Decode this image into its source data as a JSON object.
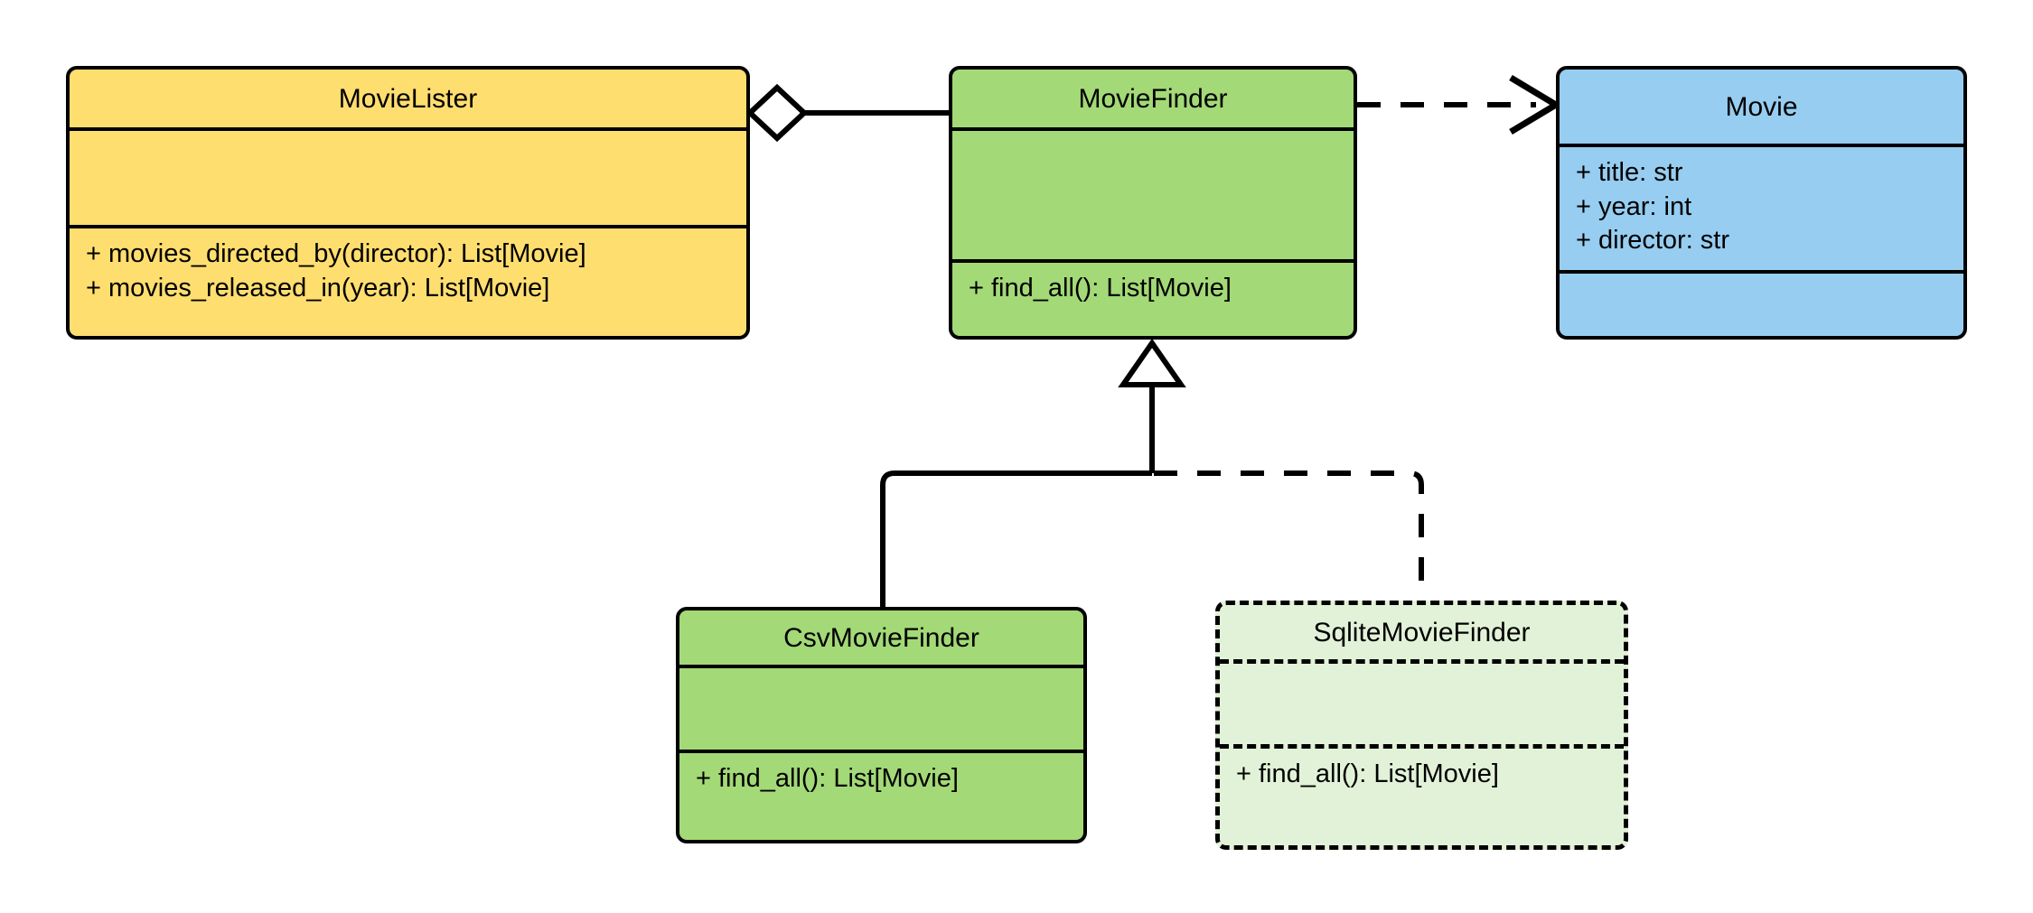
{
  "diagram": {
    "type": "uml-class-diagram",
    "title": "Movie finder dependency injection class diagram",
    "background_color": "#FFFFFF",
    "line_color": "#000000"
  },
  "palette": {
    "yellow": "#FFDE70",
    "green": "#A3D977",
    "blue": "#97CDF0",
    "light_green": "#E2F2D8",
    "stroke": "#000000"
  },
  "classes": [
    {
      "id": "MovieLister",
      "name": "MovieLister",
      "fill": "#FFDE70",
      "border_style": "solid",
      "attributes": [],
      "methods": [
        "+ movies_directed_by(director): List[Movie]",
        "+ movies_released_in(year): List[Movie]"
      ]
    },
    {
      "id": "MovieFinder",
      "name": "MovieFinder",
      "fill": "#A3D977",
      "border_style": "solid",
      "attributes": [],
      "methods": [
        "+ find_all(): List[Movie]"
      ]
    },
    {
      "id": "Movie",
      "name": "Movie",
      "fill": "#97CDF0",
      "border_style": "solid",
      "attributes": [
        "+ title: str",
        "+ year: int",
        "+ director: str"
      ],
      "methods": []
    },
    {
      "id": "CsvMovieFinder",
      "name": "CsvMovieFinder",
      "fill": "#A3D977",
      "border_style": "solid",
      "attributes": [],
      "methods": [
        "+ find_all(): List[Movie]"
      ]
    },
    {
      "id": "SqliteMovieFinder",
      "name": "SqliteMovieFinder",
      "fill": "#E2F2D8",
      "border_style": "dashed",
      "attributes": [],
      "methods": [
        "+ find_all(): List[Movie]"
      ]
    }
  ],
  "relationships": [
    {
      "id": "rel-aggregation",
      "kind": "aggregation",
      "from": "MovieLister",
      "to": "MovieFinder",
      "line_style": "solid",
      "end_marker": "hollow-diamond",
      "label": ""
    },
    {
      "id": "rel-dependency",
      "kind": "dependency",
      "from": "MovieFinder",
      "to": "Movie",
      "line_style": "dashed",
      "end_marker": "open-arrow",
      "label": ""
    },
    {
      "id": "rel-inherit-csv",
      "kind": "generalization",
      "from": "CsvMovieFinder",
      "to": "MovieFinder",
      "line_style": "solid",
      "end_marker": "hollow-triangle",
      "label": ""
    },
    {
      "id": "rel-inherit-sqlite",
      "kind": "generalization",
      "from": "SqliteMovieFinder",
      "to": "MovieFinder",
      "line_style": "dashed",
      "end_marker": "hollow-triangle",
      "label": ""
    }
  ]
}
